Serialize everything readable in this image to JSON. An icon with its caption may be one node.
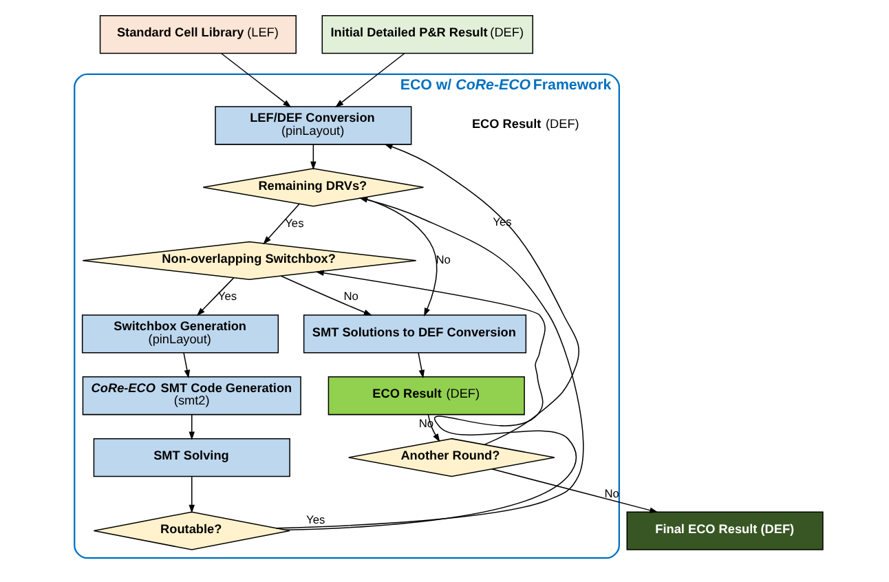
{
  "diagram": {
    "nodes": [
      {
        "text": [
          "**Standard Cell Library** (LEF)"
        ]
      },
      {
        "text": [
          "**Initial Detailed P&R Result** (DEF)"
        ]
      },
      {
        "text": [
          "**ECO w/ *CoRe-ECO* Framework**"
        ]
      },
      {
        "text": [
          "**LEF/DEF Conversion**",
          "(pinLayout)"
        ],
        "in": 2
      },
      {
        "text": [
          "**Remaining DRVs?**"
        ],
        "in": 2
      },
      {
        "text": [
          "**Non-overlapping Switchbox?**"
        ],
        "in": 2
      },
      {
        "text": [
          "**Switchbox Generation**",
          "(pinLayout)"
        ],
        "in": 2
      },
      {
        "text": [
          "***CoRe-ECO* SMT Code Generation**",
          "(smt2)"
        ],
        "in": 2
      },
      {
        "text": [
          "**SMT Solving**"
        ],
        "in": 2
      },
      {
        "text": [
          "**Routable?**"
        ],
        "in": 2
      },
      {
        "text": [
          "**SMT Solutions to DEF Conversion**"
        ],
        "in": 2
      },
      {
        "text": [
          "**ECO Result** (DEF)"
        ],
        "in": 2
      },
      {
        "text": [
          "**Another Round?**"
        ],
        "in": 2
      },
      {
        "text": [
          "**Final ECO Result (DEF)**"
        ]
      }
    ],
    "edges": [
      {
        "from": 0,
        "to": 3,
        "arrow": "to"
      },
      {
        "from": 1,
        "to": 3,
        "arrow": "to"
      },
      {
        "from": 3,
        "to": 4,
        "arrow": "to"
      },
      {
        "from": 4,
        "to": 5,
        "arrow": "to",
        "label": "Yes"
      },
      {
        "from": 4,
        "to": 10,
        "arrow": "to",
        "label": "No"
      },
      {
        "from": 5,
        "to": 6,
        "arrow": "to",
        "label": "Yes"
      },
      {
        "from": 5,
        "to": 10,
        "arrow": "to",
        "label": "No"
      },
      {
        "from": 6,
        "to": 7,
        "arrow": "to"
      },
      {
        "from": 7,
        "to": 8,
        "arrow": "to"
      },
      {
        "from": 8,
        "to": 9,
        "arrow": "to"
      },
      {
        "from": 9,
        "to": 5,
        "arrow": "to",
        "label": "No"
      },
      {
        "from": 9,
        "to": 4,
        "arrow": "to",
        "label": "Yes"
      },
      {
        "from": 10,
        "to": 11,
        "arrow": "to"
      },
      {
        "from": 11,
        "to": 12,
        "arrow": "to"
      },
      {
        "from": 12,
        "to": 3,
        "arrow": "to",
        "label": "Yes"
      },
      {
        "from": 12,
        "to": 13,
        "arrow": "to",
        "label": "No"
      }
    ],
    "labels": [
      "**ECO Result** (DEF)"
    ]
  }
}
